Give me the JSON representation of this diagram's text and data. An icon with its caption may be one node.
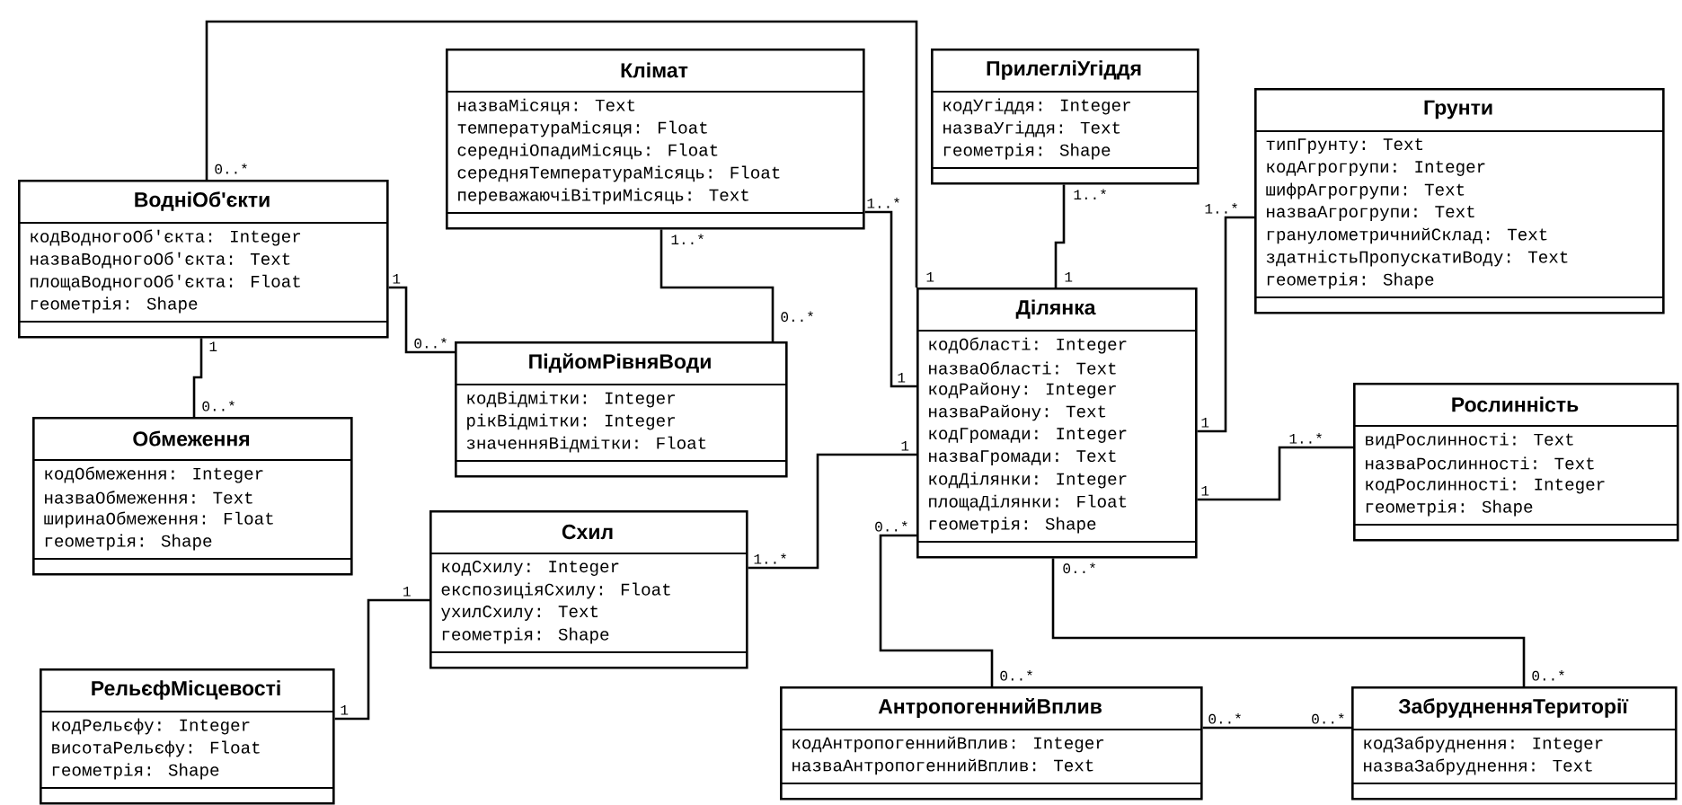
{
  "diagram": {
    "nodes": [
      {
        "text": [
          "Клімат",
          "назваМісяця: Text",
          "температураМісяця: Float",
          "середніОпадиМісяць: Float",
          "середняТемператураМісяць: Float",
          "переважаючіВітриМісяць: Text"
        ]
      },
      {
        "text": [
          "ПрилегліУгіддя",
          "кодУгіддя: Integer",
          "назваУгіддя: Text",
          "геометрія: Shape"
        ]
      },
      {
        "text": [
          "Грунти",
          "типГрунту: Text",
          "кодАгрогрупи: Integer",
          "шифрАгрогрупи: Text",
          "назваАгрогрупи: Text",
          "гранулометричнийСклад: Text",
          "здатністьПропускатиВоду: Text",
          "геометрія: Shape"
        ]
      },
      {
        "text": [
          "ВодніОб'єкти",
          "кодВодногоОб'єкта: Integer",
          "назваВодногоОб'єкта: Text",
          "площаВодногоОб'єкта: Float",
          "геометрія: Shape"
        ]
      },
      {
        "text": [
          "Ділянка",
          "кодОбласті: Integer",
          "назваОбласті: Text",
          "кодРайону: Integer",
          "назваРайону: Text",
          "кодГромади: Integer",
          "назваГромади: Text",
          "кодДілянки: Integer",
          "площаДілянки: Float",
          "геометрія: Shape"
        ]
      },
      {
        "text": [
          "ПідйомРівняВоди",
          "кодВідмітки: Integer",
          "рікВідмітки: Integer",
          "значенняВідмітки: Float"
        ]
      },
      {
        "text": [
          "Рослинність",
          "видРослинності: Text",
          "назваРослинності: Text",
          "кодРослинності: Integer",
          "геометрія: Shape"
        ]
      },
      {
        "text": [
          "Обмеження",
          "кодОбмеження: Integer",
          "назваОбмеження: Text",
          "ширинаОбмеження: Float",
          "геометрія: Shape"
        ]
      },
      {
        "text": [
          "Схил",
          "кодСхилу: Integer",
          "експозиціяСхилу: Float",
          "ухилСхилу: Text",
          "геометрія: Shape"
        ]
      },
      {
        "text": [
          "РельєфМісцевості",
          "кодРельєфу: Integer",
          "висотаРельєфу: Float",
          "геометрія: Shape"
        ]
      },
      {
        "text": [
          "АнтропогеннийВплив",
          "кодАнтропогеннийВплив: Integer",
          "назваАнтропогеннийВплив: Text"
        ]
      },
      {
        "text": [
          "ЗабрудненняТериторії",
          "кодЗабруднення: Integer",
          "назваЗабруднення: Text"
        ]
      }
    ],
    "edges": [
      {
        "from": 3,
        "to": 4,
        "arrow": "none"
      },
      {
        "from": 0,
        "to": 4,
        "arrow": "none"
      },
      {
        "from": 1,
        "to": 4,
        "arrow": "none"
      },
      {
        "from": 2,
        "to": 4,
        "arrow": "none"
      },
      {
        "from": 3,
        "to": 5,
        "arrow": "none"
      },
      {
        "from": 0,
        "to": 5,
        "arrow": "none"
      },
      {
        "from": 3,
        "to": 7,
        "arrow": "none"
      },
      {
        "from": 4,
        "to": 6,
        "arrow": "none"
      },
      {
        "from": 4,
        "to": 8,
        "arrow": "none"
      },
      {
        "from": 8,
        "to": 9,
        "arrow": "none"
      },
      {
        "from": 4,
        "to": 10,
        "arrow": "none"
      },
      {
        "from": 4,
        "to": 11,
        "arrow": "none"
      },
      {
        "from": 10,
        "to": 11,
        "arrow": "none"
      }
    ],
    "labels": [
      "0..*",
      "1",
      "1..*",
      "1",
      "1..*",
      "1",
      "1..*",
      "1",
      "1",
      "0..*",
      "1..*",
      "0..*",
      "1",
      "0..*",
      "1",
      "1..*",
      "1",
      "1..*",
      "1",
      "1",
      "0..*",
      "0..*",
      "0..*",
      "0..*",
      "0..*",
      "0..*"
    ]
  }
}
